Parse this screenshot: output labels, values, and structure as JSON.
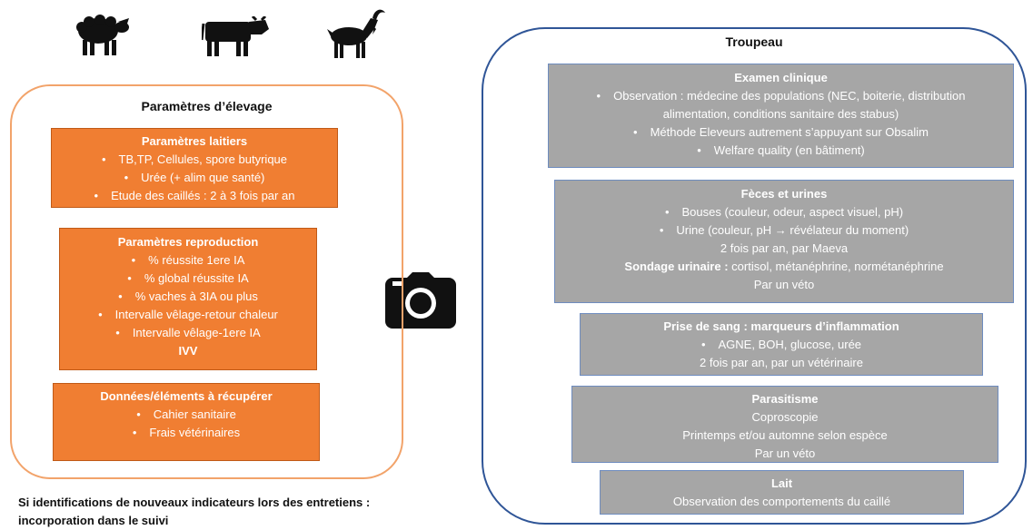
{
  "animals": [
    "sheep-icon",
    "cow-icon",
    "goat-icon",
    "camera-icon"
  ],
  "left": {
    "title": "Paramètres d’élevage",
    "box1": {
      "title": "Paramètres laitiers",
      "items": [
        "TB,TP, Cellules, spore butyrique",
        "Urée (+ alim que santé)",
        "Etude des caillés : 2 à 3 fois par an"
      ]
    },
    "box2": {
      "title": "Paramètres reproduction",
      "items": [
        "% réussite 1ere IA",
        "% global réussite IA",
        "% vaches à 3IA ou plus",
        "Intervalle vêlage-retour chaleur",
        "Intervalle vêlage-1ere IA"
      ],
      "extra": "IVV"
    },
    "box3": {
      "title": "Données/éléments à récupérer",
      "items": [
        "Cahier sanitaire",
        "Frais vétérinaires"
      ]
    }
  },
  "right": {
    "title": "Troupeau",
    "box1": {
      "title": "Examen clinique",
      "line1": "Observation : médecine des populations (NEC, boiterie, distribution",
      "line2": "alimentation, conditions sanitaire des stabus)",
      "line3": "Méthode Eleveurs autrement s’appuyant sur Obsalim",
      "line4": "Welfare quality (en bâtiment)"
    },
    "box2": {
      "title": "Fèces et urines",
      "item1": "Bouses (couleur, odeur, aspect visuel, pH)",
      "item2": "Urine (couleur, pH → révélateur du moment)",
      "line3": "2 fois par an, par Maeva",
      "line4_bold": "Sondage urinaire :",
      "line4_rest": " cortisol, métanéphrine, normétanéphrine",
      "line5": "Par un véto"
    },
    "box3": {
      "title": "Prise de sang : marqueurs d’inflammation",
      "item1": "AGNE, BOH, glucose, urée",
      "line2": "2 fois par an, par un vétérinaire"
    },
    "box4": {
      "title": "Parasitisme",
      "line1": "Coproscopie",
      "line2": "Printemps et/ou automne selon espèce",
      "line3": "Par un véto"
    },
    "box5": {
      "title": "Lait",
      "line1": "Observation des comportements du caillé"
    }
  },
  "footer": {
    "line1": "Si identifications de nouveaux indicateurs lors des entretiens :",
    "line2": "incorporation dans le suivi"
  }
}
